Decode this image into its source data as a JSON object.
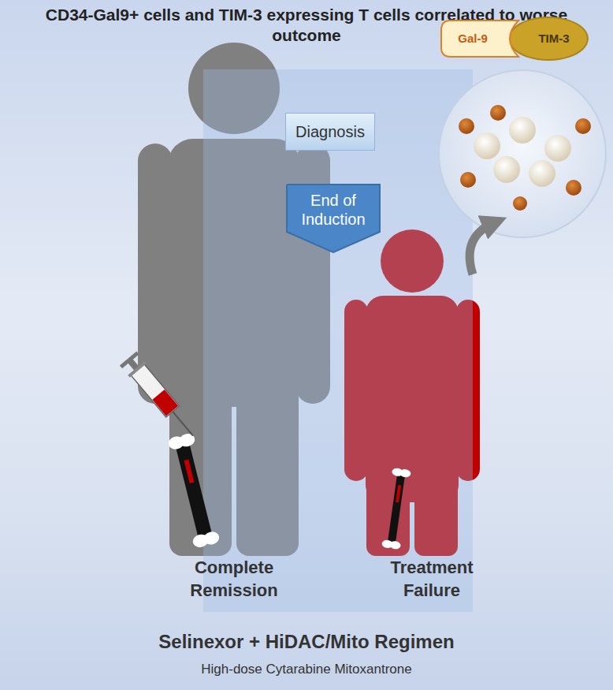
{
  "diagram": {
    "title": "CD34-Gal9+ cells and TIM-3 expressing T cells correlated to worse outcome",
    "nodes": [
      {
        "text": [
          "Diagnosis"
        ]
      },
      {
        "text": [
          "End of Induction"
        ]
      },
      {
        "text": [
          "Gal-9"
        ]
      },
      {
        "text": [
          "TIM-3"
        ]
      }
    ],
    "labels": [
      "Complete Remission",
      "Treatment Failure",
      "Selinexor + HiDAC/Mito Regimen",
      "High-dose Cytarabine Mitoxantrone"
    ]
  }
}
